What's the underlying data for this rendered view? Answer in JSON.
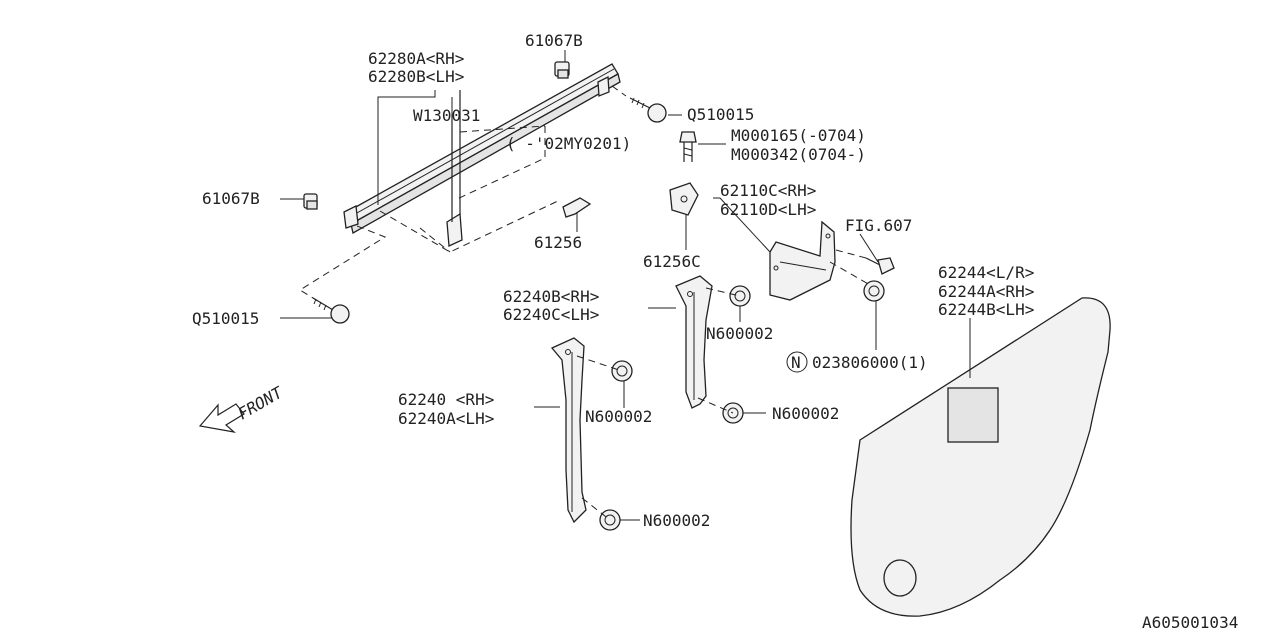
{
  "diagram": {
    "figure_id": "A605001034",
    "front_label": "FRONT",
    "callouts": {
      "c61067b_top": "61067B",
      "c62280a": "62280A<RH>",
      "c62280b": "62280B<LH>",
      "cW130031": "W130031",
      "c02my": "( -'02MY0201)",
      "cQ510015_top": "Q510015",
      "cM000165": "M000165(-0704)",
      "cM000342": "M000342(0704-)",
      "c61067b_left": "61067B",
      "c61256": "61256",
      "c61256c": "61256C",
      "c62110c": "62110C<RH>",
      "c62110d": "62110D<LH>",
      "cFIG607": "FIG.607",
      "c62244": "62244<L/R>",
      "c62244a": "62244A<RH>",
      "c62244b": "62244B<LH>",
      "c62240b": "62240B<RH>",
      "c62240c": "62240C<LH>",
      "cN600002_a": "N600002",
      "cN023806000": "023806000(1)",
      "cN_mark": "N",
      "cQ510015_left": "Q510015",
      "c62240": "62240 <RH>",
      "c62240a": "62240A<LH>",
      "cN600002_b": "N600002",
      "cN600002_c": "N600002",
      "cN600002_d": "N600002"
    }
  }
}
